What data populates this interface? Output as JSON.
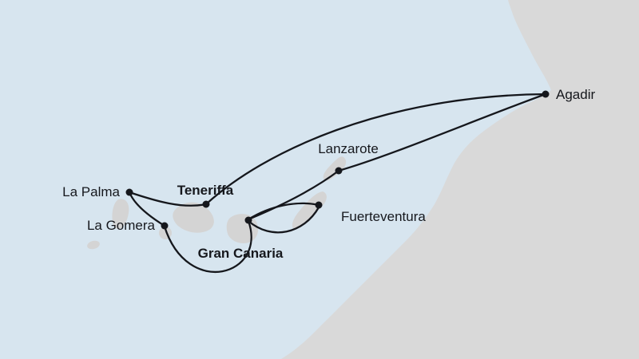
{
  "map": {
    "title": "Cruise itinerary map - Canary Islands and Morocco",
    "colors": {
      "sea": "#d7e5ef",
      "land": "#d9d9d9",
      "route_line": "#15171c",
      "label_text": "#16181d"
    },
    "ports": [
      {
        "id": "la-palma",
        "label": "La Palma",
        "emphasis": false
      },
      {
        "id": "teneriffa",
        "label": "Teneriffa",
        "emphasis": true
      },
      {
        "id": "la-gomera",
        "label": "La Gomera",
        "emphasis": false
      },
      {
        "id": "gran-canaria",
        "label": "Gran Canaria",
        "emphasis": true
      },
      {
        "id": "lanzarote",
        "label": "Lanzarote",
        "emphasis": false
      },
      {
        "id": "fuerteventura",
        "label": "Fuerteventura",
        "emphasis": false
      },
      {
        "id": "agadir",
        "label": "Agadir",
        "emphasis": false
      }
    ],
    "route_legs": [
      {
        "from": "teneriffa",
        "to": "agadir"
      },
      {
        "from": "agadir",
        "to": "lanzarote"
      },
      {
        "from": "lanzarote",
        "to": "gran-canaria"
      },
      {
        "from": "gran-canaria",
        "to": "fuerteventura"
      },
      {
        "from": "fuerteventura",
        "to": "gran-canaria"
      },
      {
        "from": "gran-canaria",
        "to": "la-gomera"
      },
      {
        "from": "la-gomera",
        "to": "la-palma"
      },
      {
        "from": "la-palma",
        "to": "teneriffa"
      }
    ]
  }
}
